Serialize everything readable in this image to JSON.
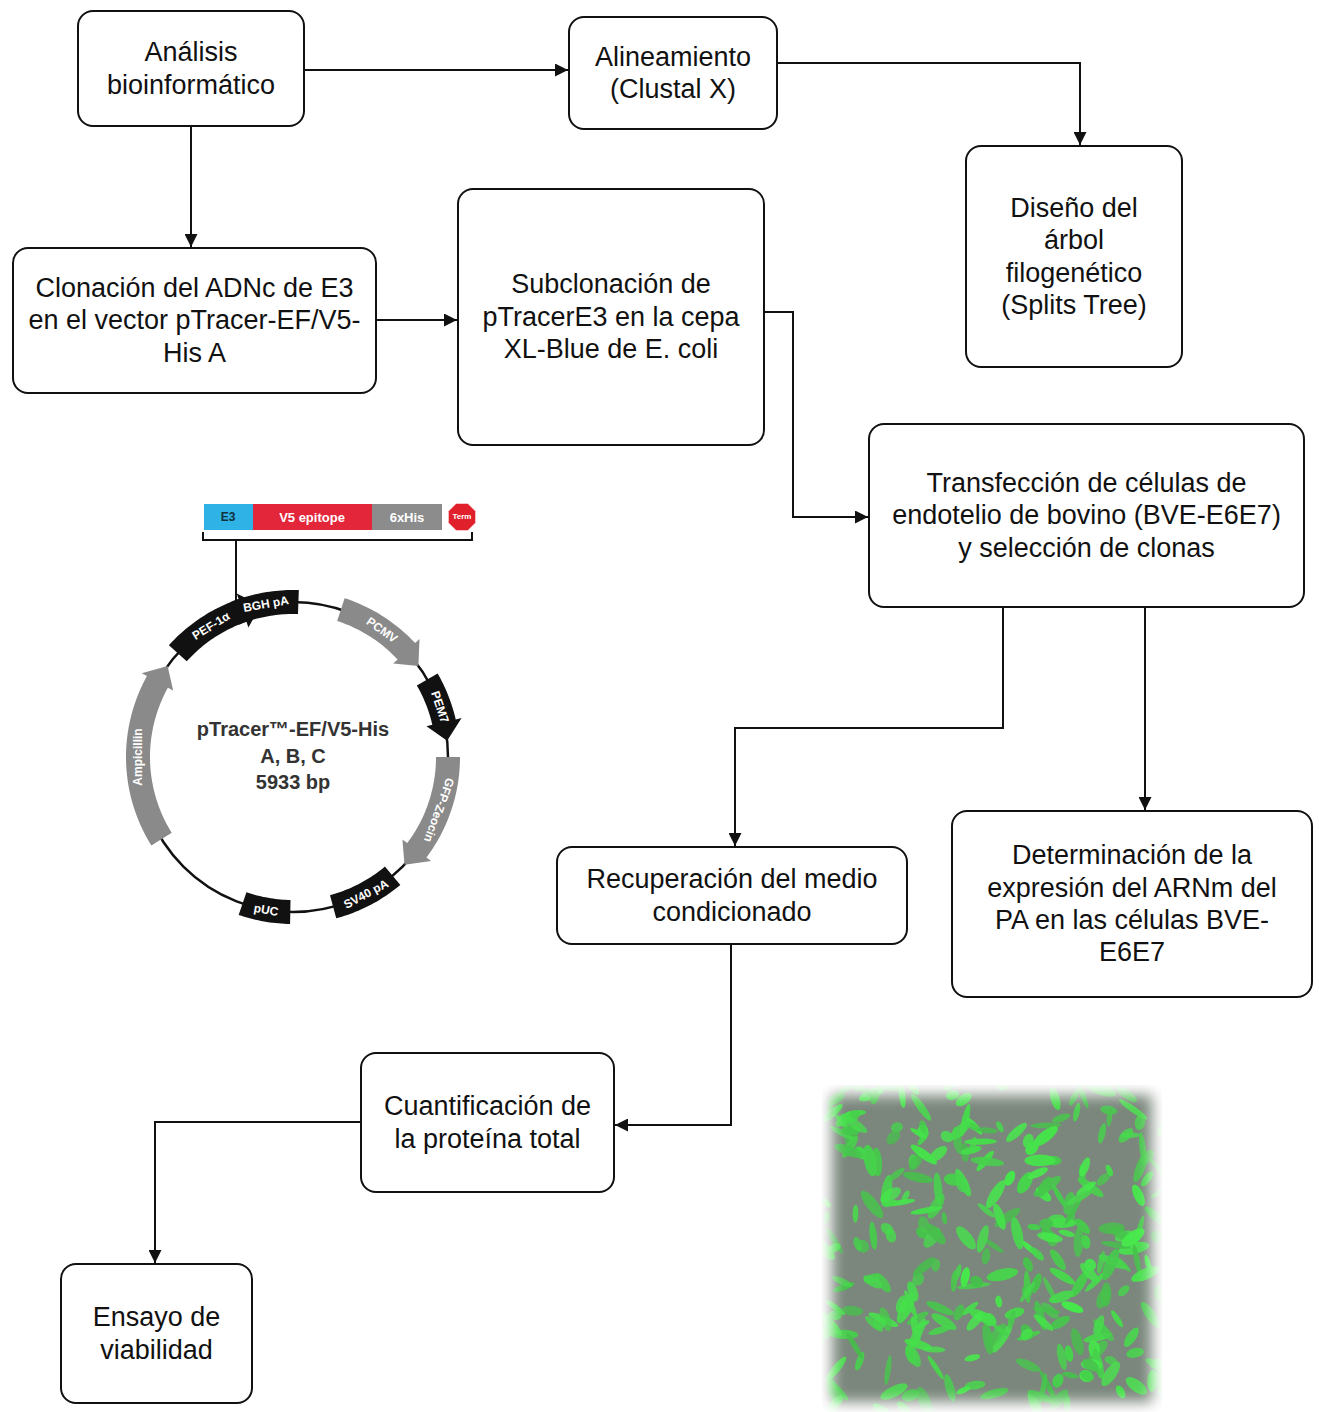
{
  "diagram": {
    "nodes": [
      {
        "text": [
          "Análisis bioinformático"
        ]
      },
      {
        "text": [
          "Alineamiento (Clustal X)"
        ]
      },
      {
        "text": [
          "Diseño del árbol filogenético (Splits Tree)"
        ]
      },
      {
        "text": [
          "Clonación del ADNc de E3 en el vector pTracer-EF/V5-His A"
        ]
      },
      {
        "text": [
          "Subclonación de pTracerE3 en la cepa XL-Blue de E. coli"
        ]
      },
      {
        "text": [
          "Transfección de células de endotelio de bovino (BVE-E6E7) y selección de clonas"
        ]
      },
      {
        "text": [
          "Recuperación del medio condicionado"
        ]
      },
      {
        "text": [
          "Determinación de la expresión del ARNm del PA en las células BVE-E6E7"
        ]
      },
      {
        "text": [
          "Cuantificación de la proteína total"
        ]
      },
      {
        "text": [
          "Ensayo de viabilidad"
        ]
      }
    ],
    "edges": [
      {
        "from": 0,
        "to": 1,
        "arrow": "to"
      },
      {
        "from": 1,
        "to": 2,
        "arrow": "to"
      },
      {
        "from": 0,
        "to": 3,
        "arrow": "to"
      },
      {
        "from": 3,
        "to": 4,
        "arrow": "to"
      },
      {
        "from": 4,
        "to": 5,
        "arrow": "to"
      },
      {
        "from": 5,
        "to": 6,
        "arrow": "to"
      },
      {
        "from": 5,
        "to": 7,
        "arrow": "to"
      },
      {
        "from": 6,
        "to": 8,
        "arrow": "to"
      },
      {
        "from": 8,
        "to": 9,
        "arrow": "to"
      }
    ],
    "labels": [
      "E3",
      "V5 epitope",
      "6xHis",
      "Term",
      "PEF-1α",
      "BGH pA",
      "PCMV",
      "PEM7",
      "GFP-Zeocin",
      "SV40 pA",
      "pUC",
      "Ampicillin",
      "pTracer™-EF/V5-His",
      "A, B, C",
      "5933 bp"
    ]
  }
}
